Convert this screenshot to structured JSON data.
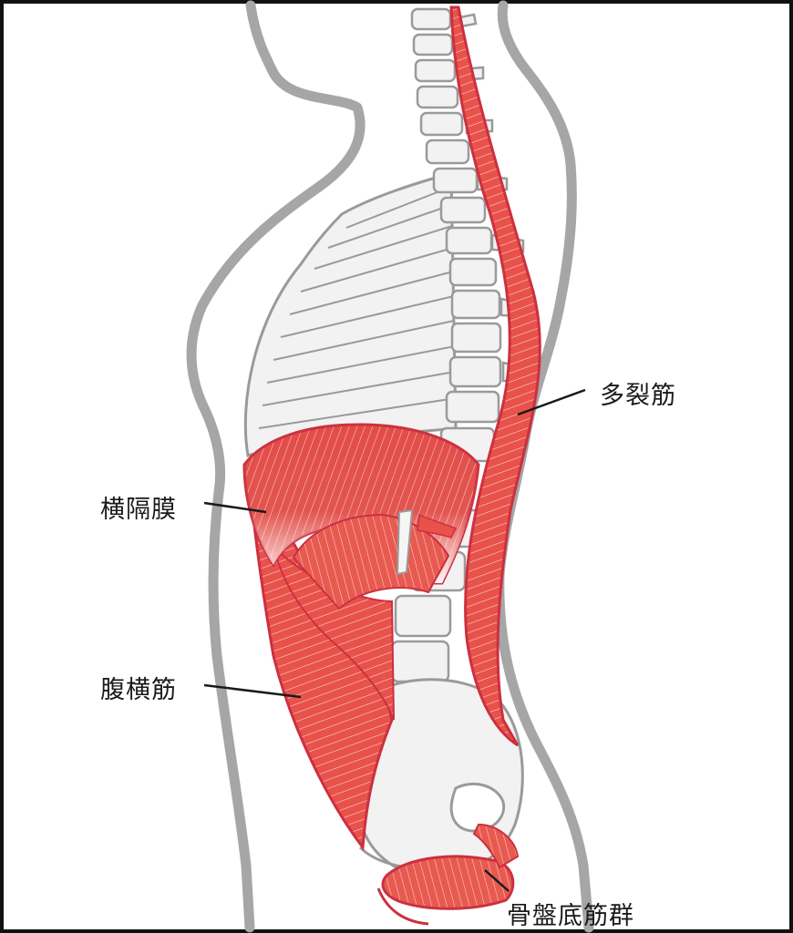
{
  "labels": {
    "multifidus": "多裂筋",
    "diaphragm": "横隔膜",
    "transversus_abdominis": "腹横筋",
    "pelvic_floor": "骨盤底筋群"
  },
  "colors": {
    "muscle": "#e8524a",
    "muscle_light": "#f6b3ad",
    "muscle_outline": "#cc3040",
    "bone_fill": "#f2f2f2",
    "bone_outline": "#9a9a9a",
    "body_outline": "#a6a6a6",
    "text": "#1a1a1a",
    "frame": "#111111"
  }
}
